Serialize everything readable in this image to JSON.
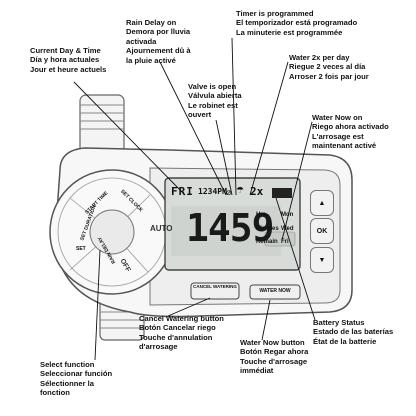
{
  "callouts": {
    "current_day_time": [
      "Current Day & Time",
      "Día y hora actuales",
      "Jour et heure actuels"
    ],
    "rain_delay": [
      "Rain Delay on",
      "Demora por lluvia",
      "activada",
      "Ajournement dû à",
      "la pluie activé"
    ],
    "timer": [
      "Timer is programmed",
      "El temporizador está programado",
      "La minuterie est programmée"
    ],
    "water2x": [
      "Water 2x per day",
      "Riegue 2 veces al día",
      "Arroser 2 fois par jour"
    ],
    "valve_open": [
      "Valve is open",
      "Válvula abierta",
      "Le robinet est",
      "ouvert"
    ],
    "water_now_on": [
      "Water Now on",
      "Riego ahora activado",
      "L'arrosage est",
      "maintenant activé"
    ],
    "battery": [
      "Battery Status",
      "Estado de las baterías",
      "État de la batterie"
    ],
    "cancel_watering": [
      "Cancel Watering button",
      "Botón Cancelar riego",
      "Touche d'annulation",
      "d'arrosage"
    ],
    "water_now_btn": [
      "Water Now button",
      "Botón Regar ahora",
      "Touche d'arrosage",
      "immédiat"
    ],
    "select_function": [
      "Select function",
      "Seleccionar función",
      "Sélectionner la",
      "fonction"
    ]
  },
  "lcd": {
    "day": "FRI",
    "small_time": "1234PM",
    "big_time": "1459",
    "x2": "2x",
    "labels": {
      "hrs": "Hrs",
      "minutes": "Minutes",
      "remain": "Remain"
    },
    "days": [
      "Mon",
      "Wed",
      "Fri"
    ]
  },
  "dial": {
    "center_label": "AUTO",
    "off_label": "OFF",
    "segments": [
      "START TIME",
      "SET CLOCK",
      "SET DURATION",
      "RAIN DELAY"
    ],
    "set_label": "SET"
  },
  "buttons": {
    "up": "▲",
    "ok": "OK",
    "down": "▼",
    "cancel": "CANCEL WATERING",
    "water_now": "WATER NOW"
  }
}
